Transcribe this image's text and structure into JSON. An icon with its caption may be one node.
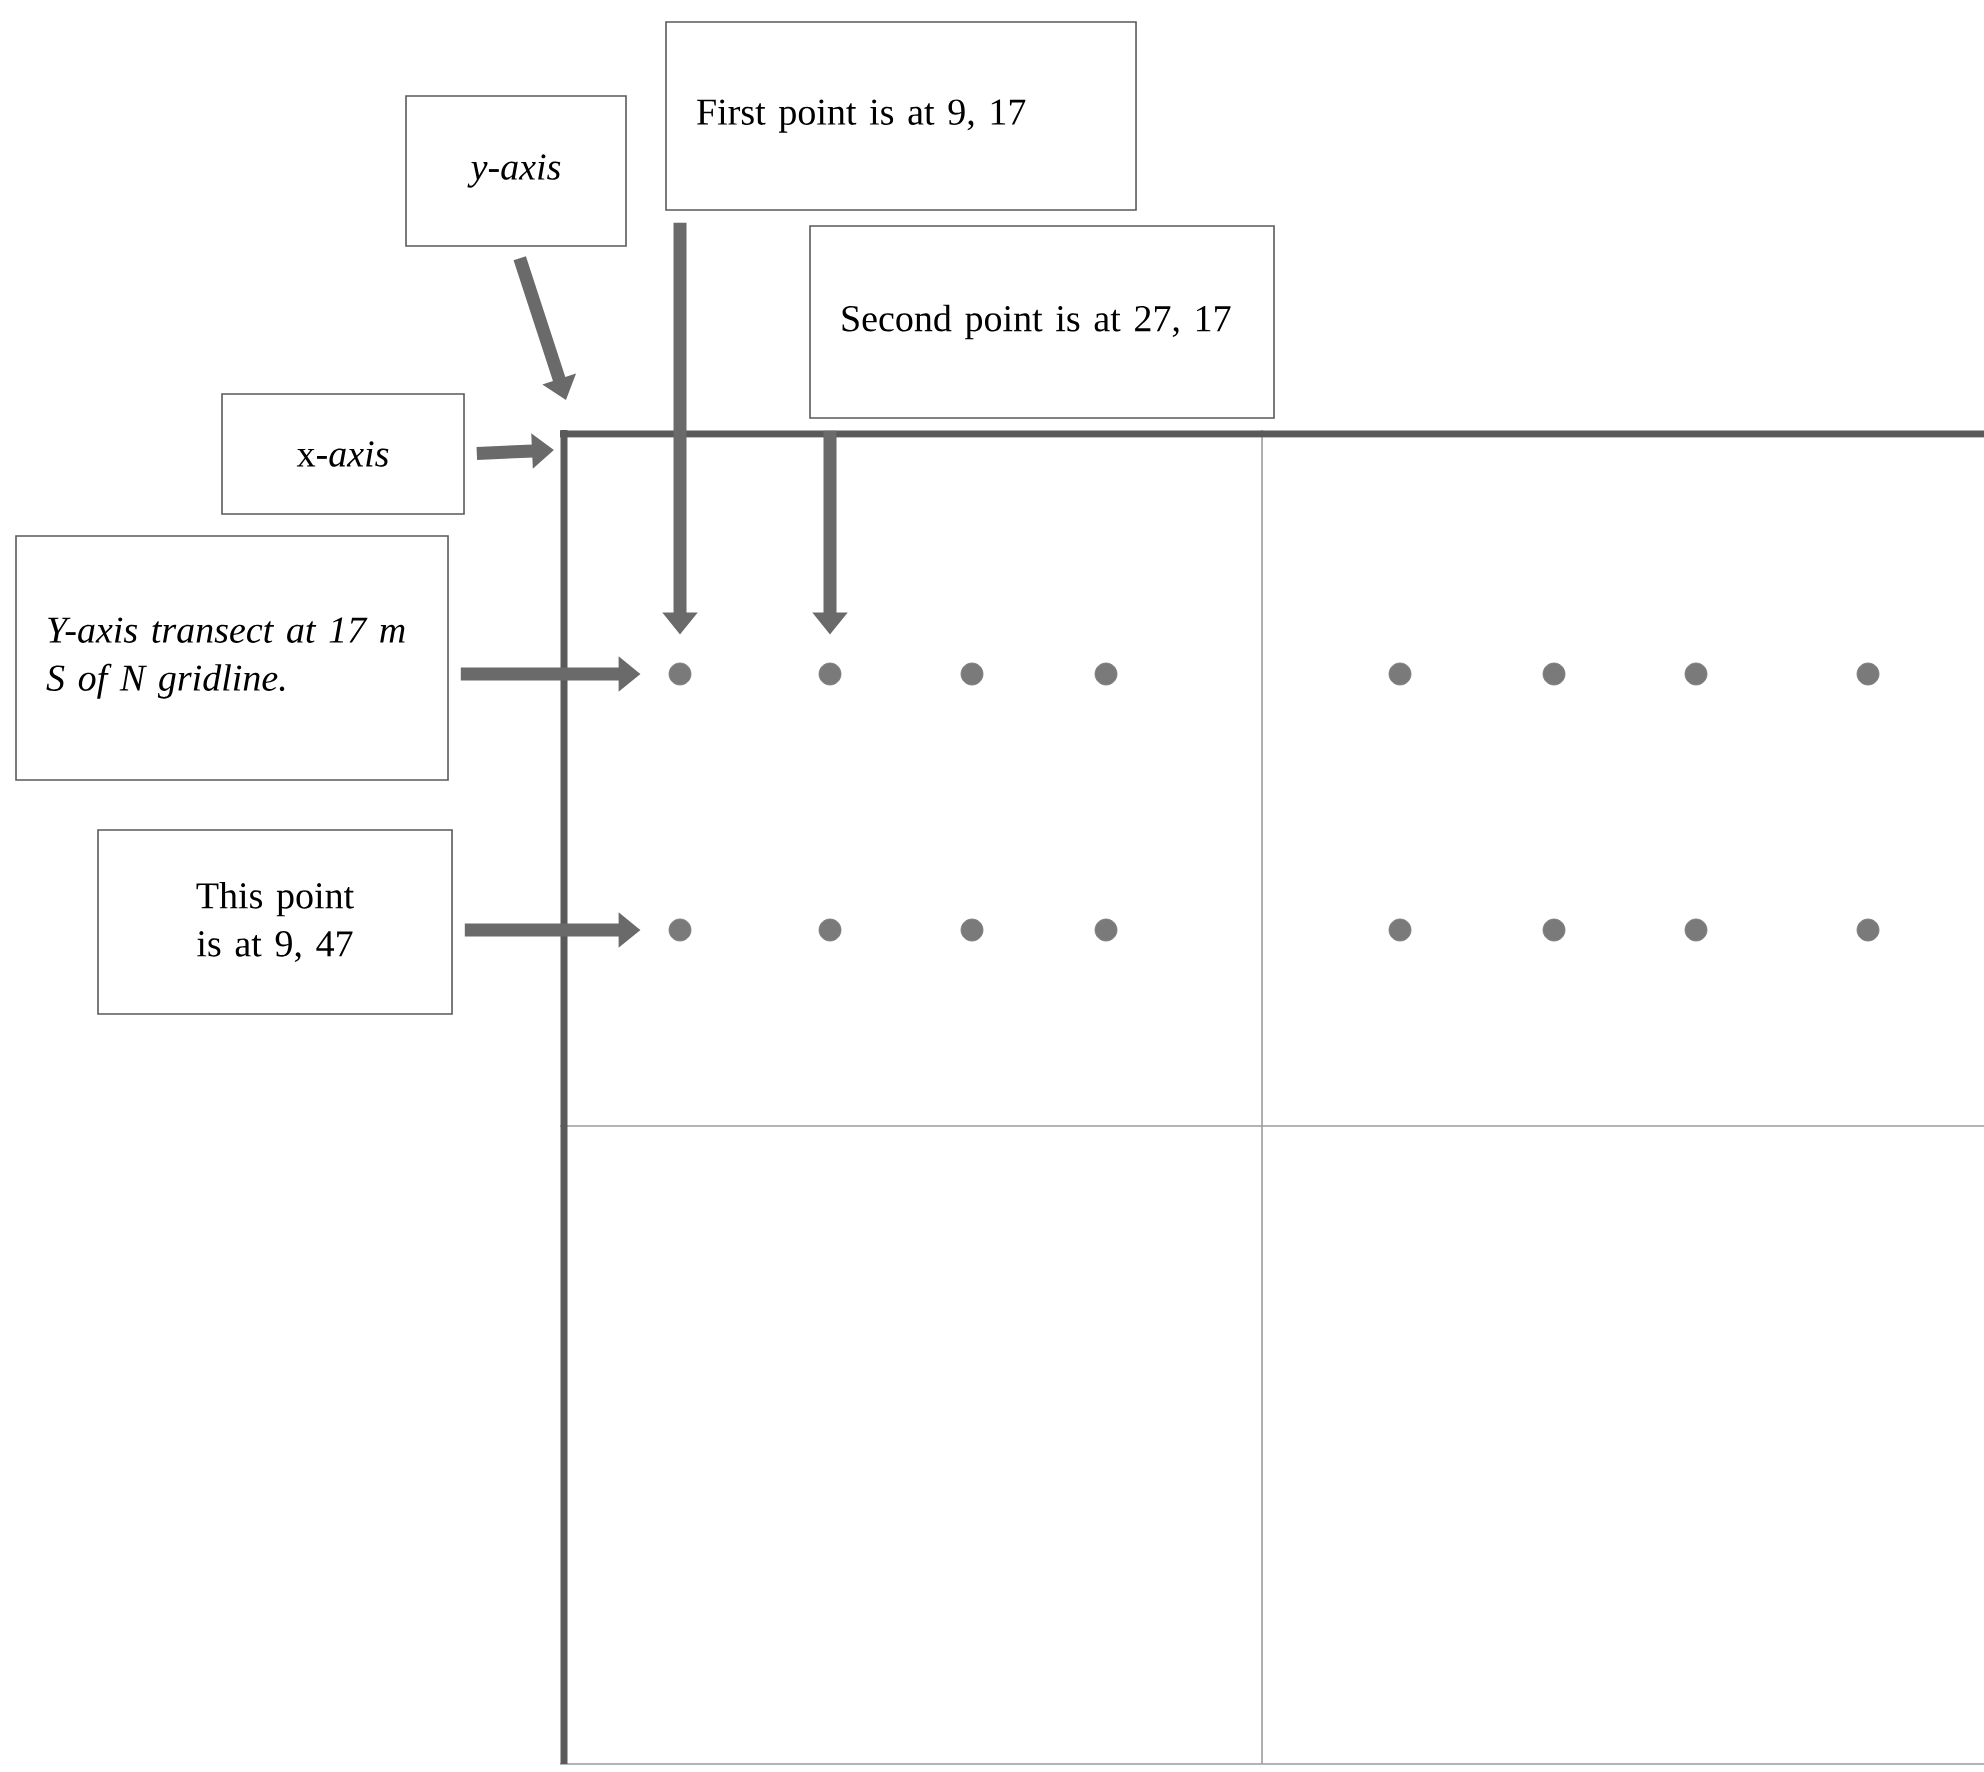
{
  "diagram": {
    "nodes": [
      {
        "text": [
          "y-axis"
        ]
      },
      {
        "text": [
          "First point is at 9, 17"
        ]
      },
      {
        "text": [
          "Second point is at 27, 17"
        ]
      },
      {
        "text": [
          "x-*axis*"
        ]
      },
      {
        "text": [
          "Y-axis transect at 17 m S of N gridline."
        ]
      },
      {
        "text": [
          "This point is at 9, 47"
        ]
      },
      {
        "text": [],
        "shape": "circle"
      },
      {
        "text": [],
        "shape": "circle"
      },
      {
        "text": [],
        "shape": "circle"
      },
      {
        "text": [],
        "shape": "circle"
      },
      {
        "text": [],
        "shape": "circle"
      },
      {
        "text": [],
        "shape": "circle"
      },
      {
        "text": [],
        "shape": "circle"
      },
      {
        "text": [],
        "shape": "circle"
      },
      {
        "text": [],
        "shape": "circle"
      },
      {
        "text": [],
        "shape": "circle"
      },
      {
        "text": [],
        "shape": "circle"
      },
      {
        "text": [],
        "shape": "circle"
      },
      {
        "text": [],
        "shape": "circle"
      },
      {
        "text": [],
        "shape": "circle"
      },
      {
        "text": [],
        "shape": "circle"
      },
      {
        "text": [],
        "shape": "circle"
      }
    ],
    "edges": [
      {
        "from": 0,
        "to": null,
        "arrow": "to"
      },
      {
        "from": 3,
        "to": null,
        "arrow": "to"
      },
      {
        "from": 1,
        "to": 6,
        "arrow": "to"
      },
      {
        "from": 2,
        "to": 7,
        "arrow": "to"
      },
      {
        "from": 4,
        "to": 6,
        "arrow": "to"
      },
      {
        "from": 5,
        "to": 14,
        "arrow": "to"
      }
    ]
  }
}
